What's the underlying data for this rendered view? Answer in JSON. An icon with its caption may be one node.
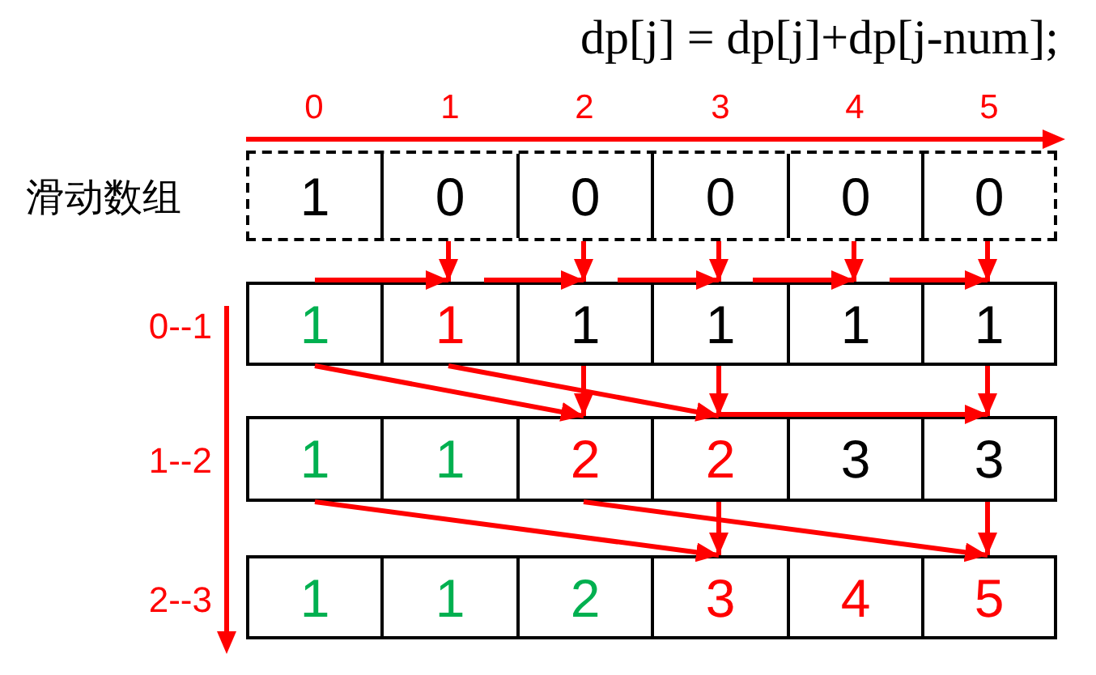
{
  "diagram": {
    "title": "dp[j] = dp[j]+dp[j-num];",
    "nodes": [
      {
        "text": [],
        "shape": "box",
        "beside": [
          "滑动数组"
        ]
      },
      {
        "text": [
          "1"
        ],
        "in": 0
      },
      {
        "text": [
          "0"
        ],
        "in": 0
      },
      {
        "text": [
          "0"
        ],
        "in": 0
      },
      {
        "text": [
          "0"
        ],
        "in": 0
      },
      {
        "text": [
          "0"
        ],
        "in": 0
      },
      {
        "text": [
          "0"
        ],
        "in": 0
      },
      {
        "text": [],
        "shape": "box",
        "beside": [
          "0--1"
        ]
      },
      {
        "text": [
          "1"
        ],
        "in": 7
      },
      {
        "text": [
          "1"
        ],
        "in": 7
      },
      {
        "text": [
          "1"
        ],
        "in": 7
      },
      {
        "text": [
          "1"
        ],
        "in": 7
      },
      {
        "text": [
          "1"
        ],
        "in": 7
      },
      {
        "text": [
          "1"
        ],
        "in": 7
      },
      {
        "text": [],
        "shape": "box",
        "beside": [
          "1--2"
        ]
      },
      {
        "text": [
          "1"
        ],
        "in": 14
      },
      {
        "text": [
          "1"
        ],
        "in": 14
      },
      {
        "text": [
          "2"
        ],
        "in": 14
      },
      {
        "text": [
          "2"
        ],
        "in": 14
      },
      {
        "text": [
          "3"
        ],
        "in": 14
      },
      {
        "text": [
          "3"
        ],
        "in": 14
      },
      {
        "text": [],
        "shape": "box",
        "beside": [
          "2--3"
        ]
      },
      {
        "text": [
          "1"
        ],
        "in": 21
      },
      {
        "text": [
          "1"
        ],
        "in": 21
      },
      {
        "text": [
          "2"
        ],
        "in": 21
      },
      {
        "text": [
          "3"
        ],
        "in": 21
      },
      {
        "text": [
          "4"
        ],
        "in": 21
      },
      {
        "text": [
          "5"
        ],
        "in": 21
      }
    ],
    "edges": [
      {
        "from": 2,
        "to": 9,
        "arrow": "to"
      },
      {
        "from": 3,
        "to": 10,
        "arrow": "to"
      },
      {
        "from": 4,
        "to": 11,
        "arrow": "to"
      },
      {
        "from": 5,
        "to": 12,
        "arrow": "to"
      },
      {
        "from": 6,
        "to": 13,
        "arrow": "to"
      },
      {
        "from": 8,
        "to": 9,
        "arrow": "to"
      },
      {
        "from": 9,
        "to": 10,
        "arrow": "to"
      },
      {
        "from": 10,
        "to": 11,
        "arrow": "to"
      },
      {
        "from": 11,
        "to": 12,
        "arrow": "to"
      },
      {
        "from": 12,
        "to": 13,
        "arrow": "to"
      },
      {
        "from": 10,
        "to": 17,
        "arrow": "to"
      },
      {
        "from": 11,
        "to": 18,
        "arrow": "to"
      },
      {
        "from": 13,
        "to": 20,
        "arrow": "to"
      },
      {
        "from": 8,
        "to": 17,
        "arrow": "to"
      },
      {
        "from": 9,
        "to": 18,
        "arrow": "to"
      },
      {
        "from": 18,
        "to": 20,
        "arrow": "to"
      },
      {
        "from": 18,
        "to": 25,
        "arrow": "to"
      },
      {
        "from": 20,
        "to": 27,
        "arrow": "to"
      },
      {
        "from": 15,
        "to": 25,
        "arrow": "to"
      },
      {
        "from": 17,
        "to": 27,
        "arrow": "to"
      }
    ],
    "labels": [
      "0",
      "1",
      "2",
      "3",
      "4",
      "5"
    ]
  }
}
